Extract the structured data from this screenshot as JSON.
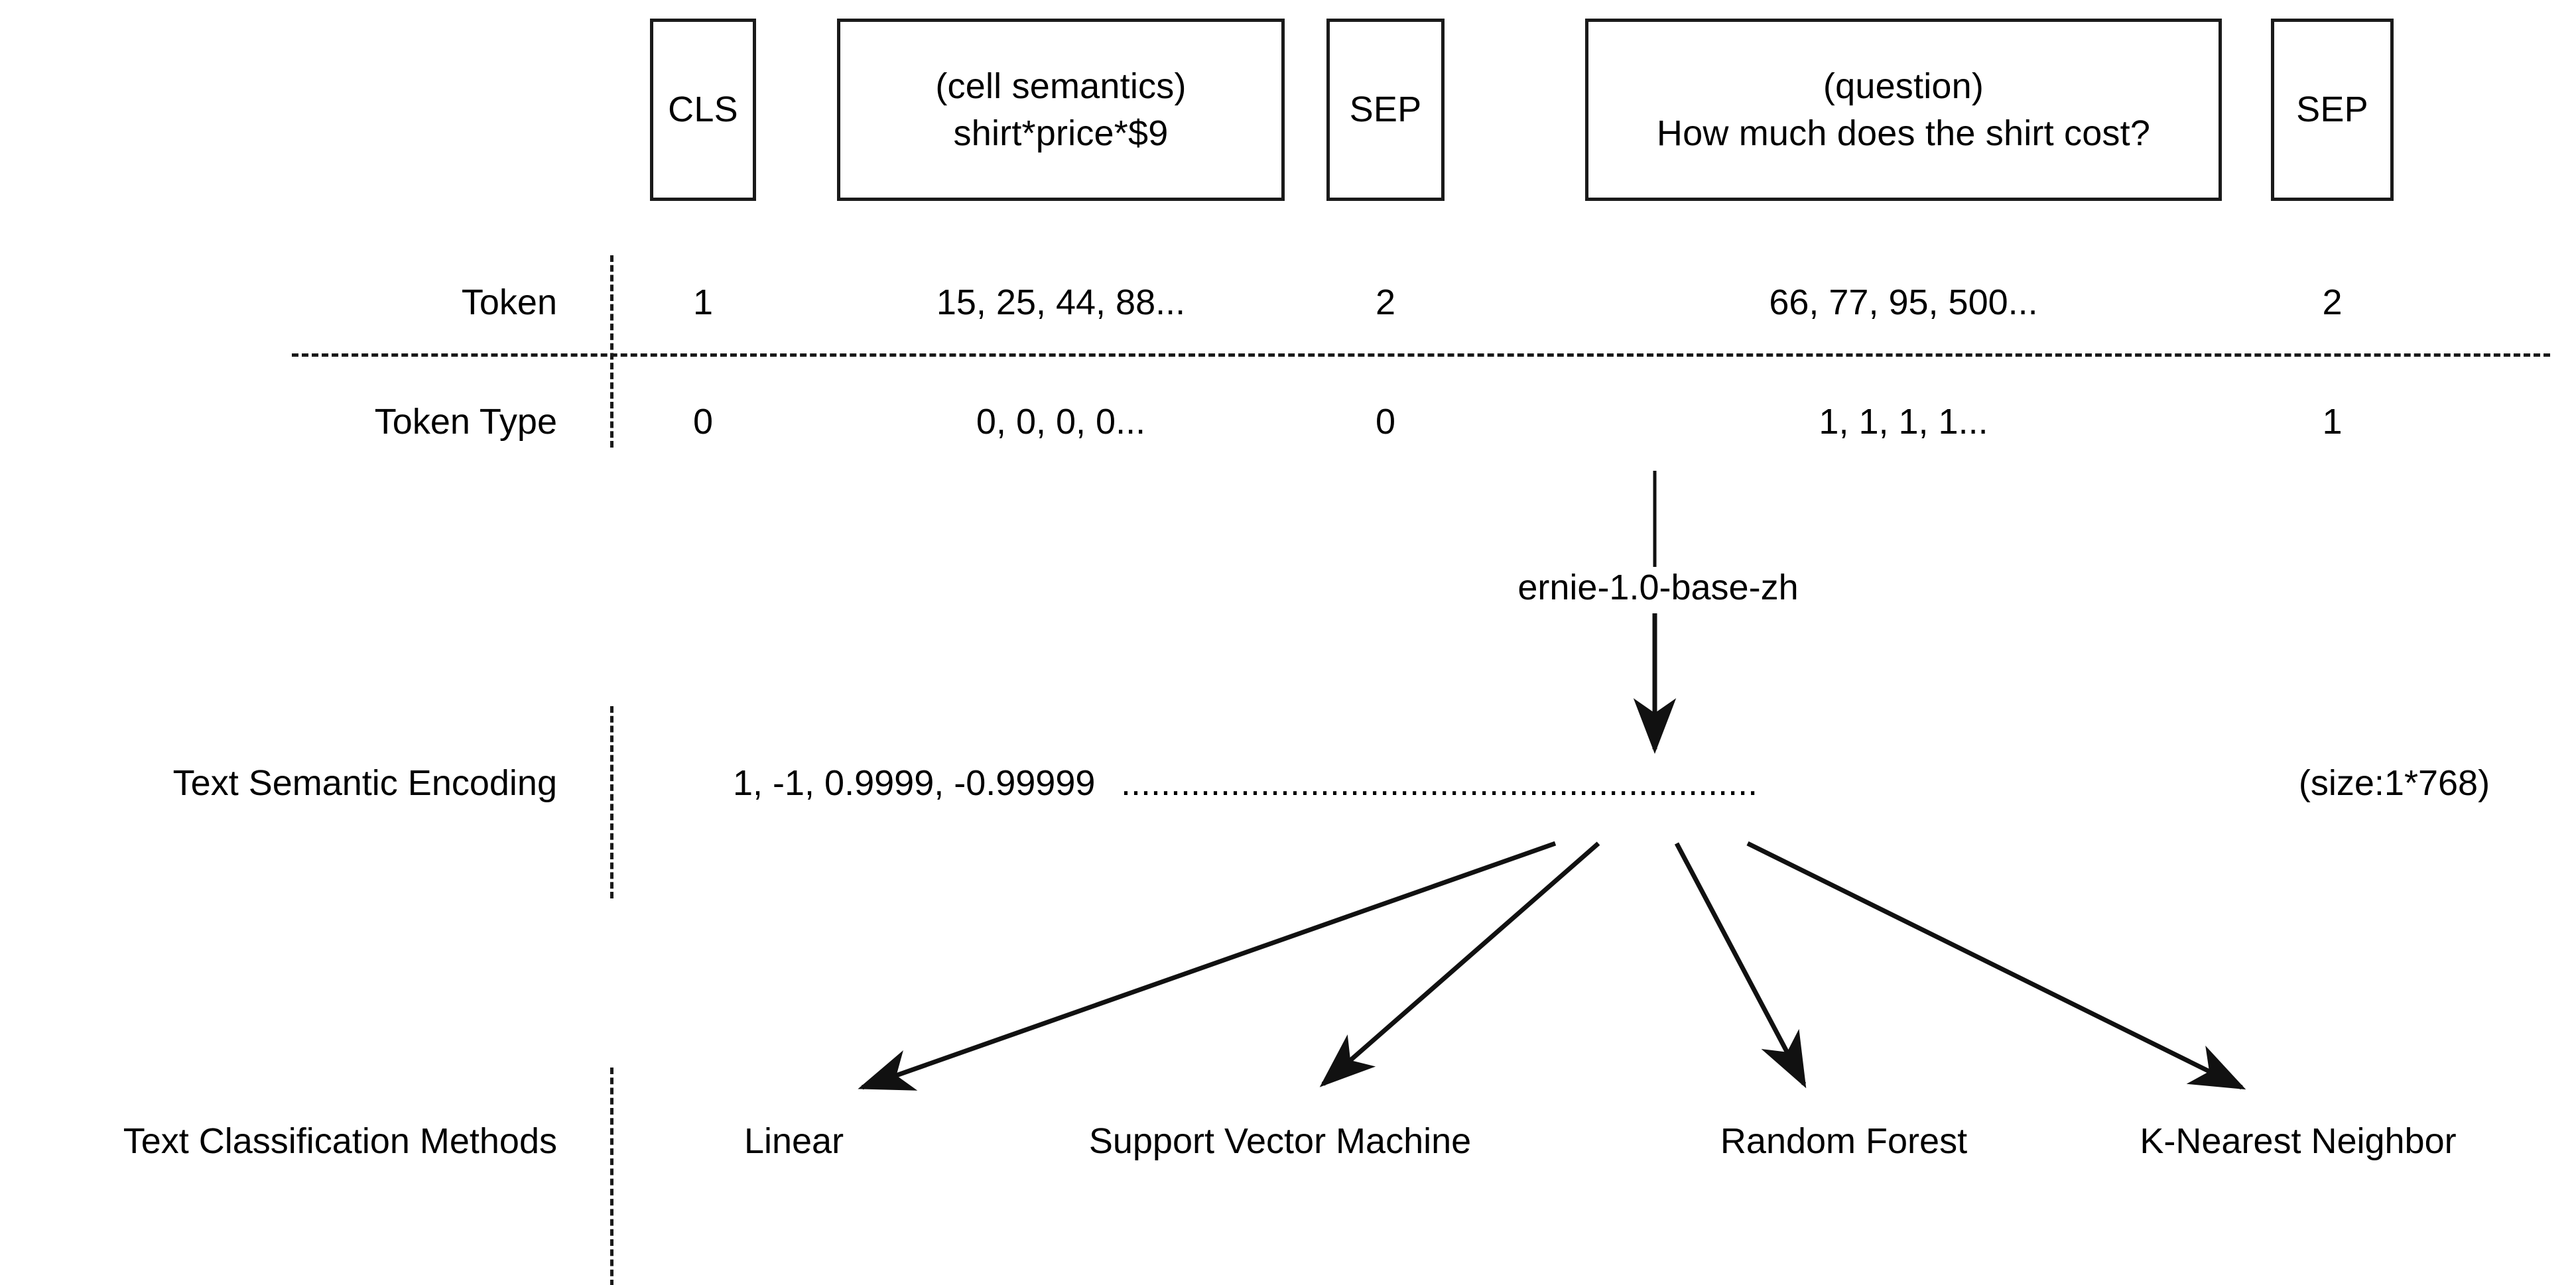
{
  "diagram": {
    "title": "Text semantic encoding and classification pipeline",
    "stroke_color": "#1a1a1a",
    "text_color": "#000000",
    "background": "#ffffff"
  },
  "token_boxes": [
    {
      "name": "cls",
      "line1": "CLS",
      "line2": ""
    },
    {
      "name": "cell-semantics",
      "line1": "(cell semantics)",
      "line2": "shirt*price*$9"
    },
    {
      "name": "sep-left",
      "line1": "SEP",
      "line2": ""
    },
    {
      "name": "question",
      "line1": "(question)",
      "line2": "How much does the shirt cost?"
    },
    {
      "name": "sep-right",
      "line1": "SEP",
      "line2": ""
    }
  ],
  "rows": {
    "token": {
      "label": "Token",
      "values": [
        "1",
        "15, 25, 44, 88...",
        "2",
        "66, 77, 95, 500...",
        "2"
      ]
    },
    "token_type": {
      "label": "Token Type",
      "values": [
        "0",
        "0, 0, 0, 0...",
        "0",
        "1, 1, 1, 1...",
        "1"
      ]
    },
    "encoding": {
      "label": "Text Semantic Encoding",
      "value": "1,  -1,  0.9999,  -0.99999",
      "ellipsis": "................................................................",
      "size_note": "(size:1*768)"
    },
    "classification": {
      "label": "Text Classification Methods",
      "methods": [
        "Linear",
        "Support Vector Machine",
        "Random Forest",
        "K-Nearest Neighbor"
      ]
    }
  },
  "model": {
    "name": "ernie-1.0-base-zh"
  }
}
